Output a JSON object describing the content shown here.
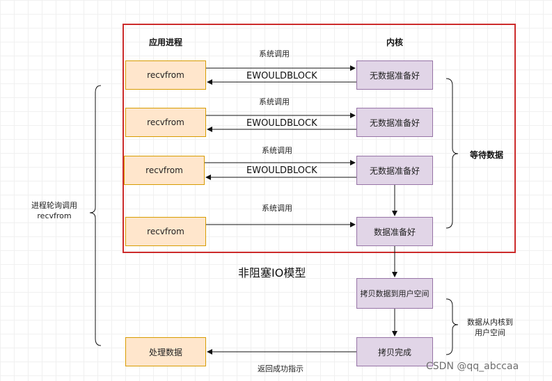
{
  "columns": {
    "app": "应用进程",
    "kernel": "内核"
  },
  "rows": [
    {
      "process": "recvfrom",
      "call": "系统调用",
      "reply": "EWOULDBLOCK",
      "kernel": "无数据准备好"
    },
    {
      "process": "recvfrom",
      "call": "系统调用",
      "reply": "EWOULDBLOCK",
      "kernel": "无数据准备好"
    },
    {
      "process": "recvfrom",
      "call": "系统调用",
      "reply": "EWOULDBLOCK",
      "kernel": "无数据准备好"
    },
    {
      "process": "recvfrom",
      "call": "系统调用",
      "kernel": "数据准备好"
    }
  ],
  "title": "非阻塞IO模型",
  "copy_box": "拷贝数据到用户空间",
  "complete_box": "拷贝完成",
  "handle_box": "处理数据",
  "return_label": "返回成功指示",
  "brace_left": [
    "进程轮询调用",
    "recvfrom"
  ],
  "brace_wait": "等待数据",
  "brace_copy": [
    "数据从内核到",
    "用户空间"
  ],
  "watermark": "CSDN @qq_abccaa"
}
